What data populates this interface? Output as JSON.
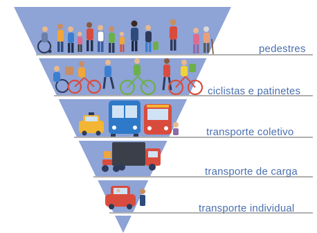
{
  "diagram": {
    "levels": [
      {
        "label": "pedestres",
        "icon": "pedestrians-icon"
      },
      {
        "label": "ciclistas e patinetes",
        "icon": "cyclists-icon"
      },
      {
        "label": "transporte coletivo",
        "icon": "bus-taxi-icon"
      },
      {
        "label": "transporte de carga",
        "icon": "truck-icon"
      },
      {
        "label": "transporte individual",
        "icon": "car-icon"
      }
    ],
    "colors": {
      "triangle": "#8ea3d6",
      "divider": "#ffffff",
      "baseline": "#7f7f7f",
      "label": "#4a6fb0"
    }
  }
}
